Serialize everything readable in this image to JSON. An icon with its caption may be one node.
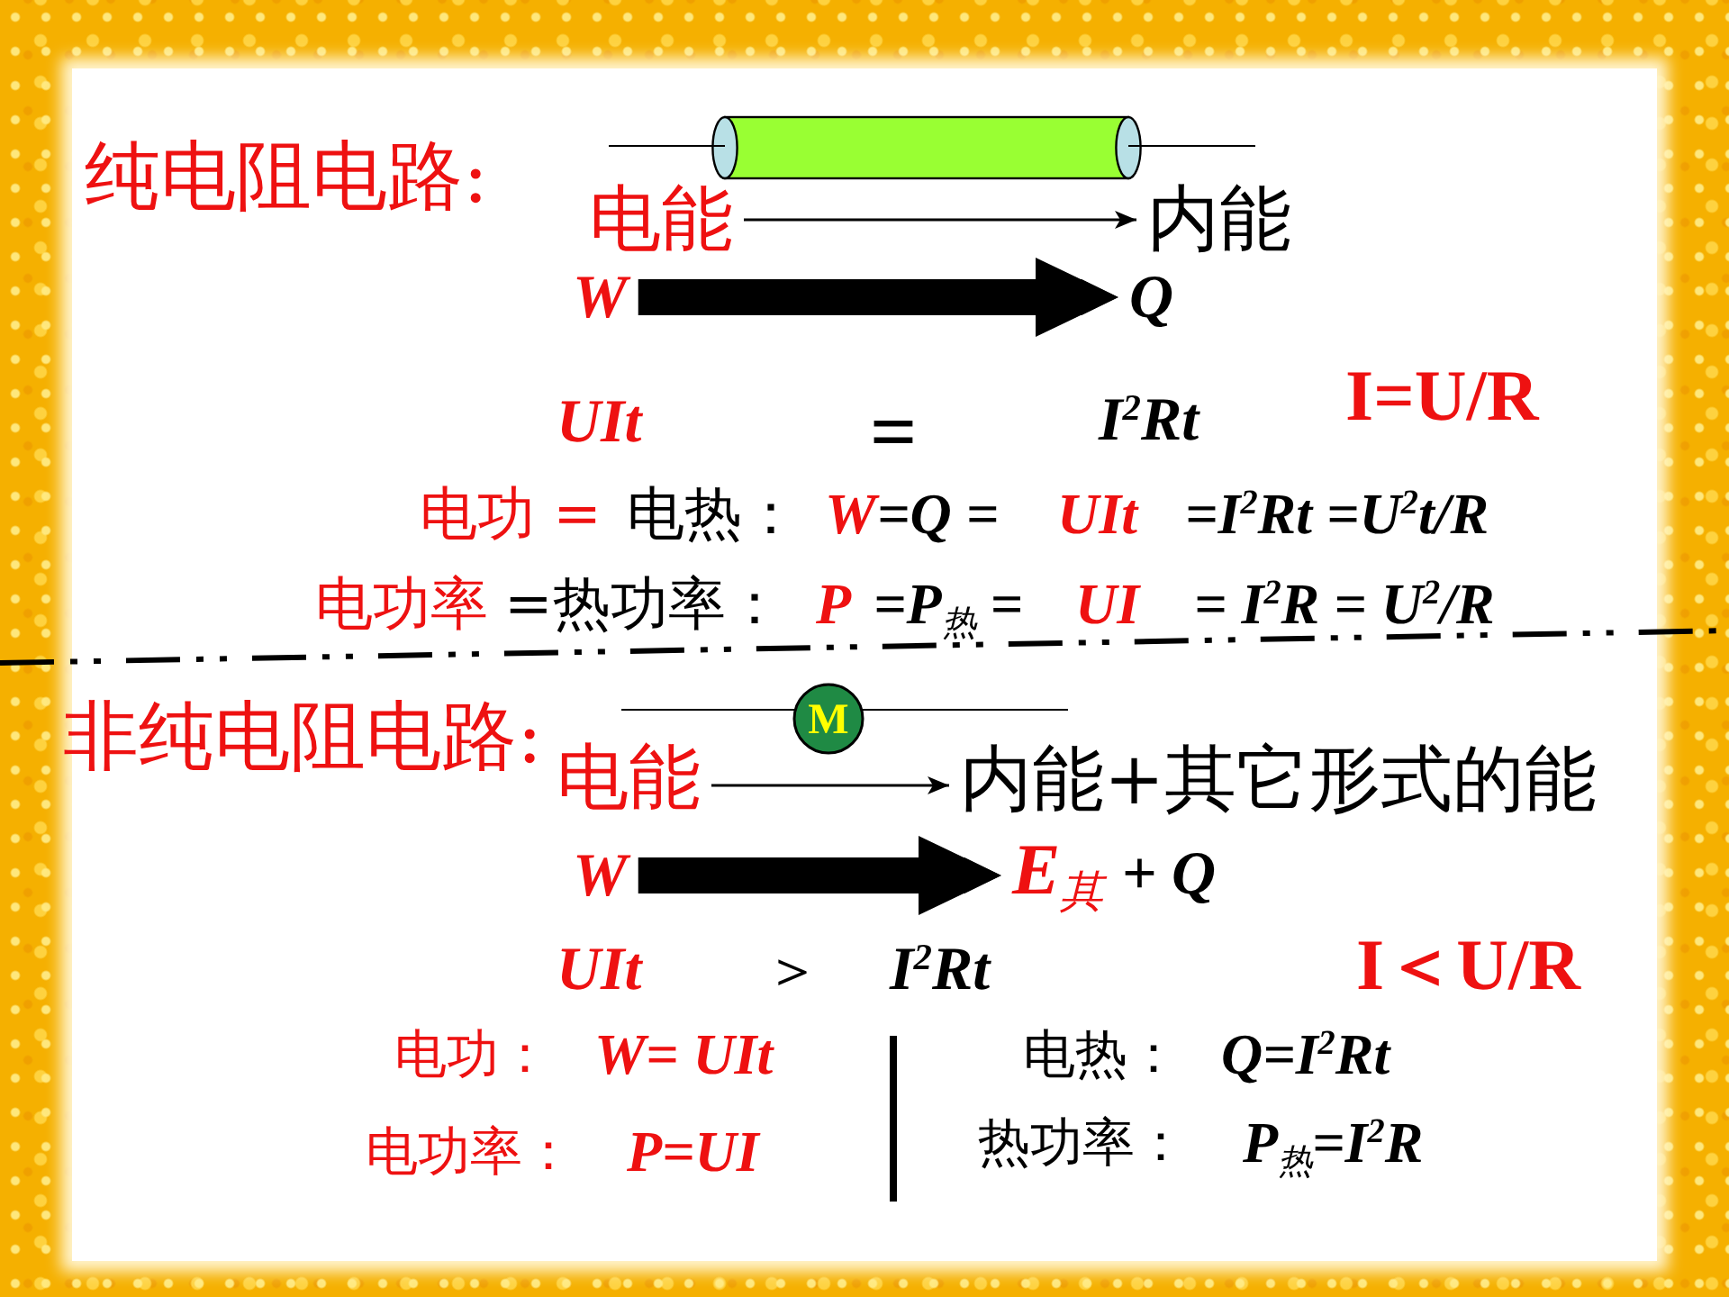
{
  "diagram": {
    "nodes": [
      {
        "text": [],
        "shape": "cylinder"
      },
      {
        "text": [
          "电能"
        ]
      },
      {
        "text": [
          "内能"
        ]
      },
      {
        "text": [
          "W"
        ]
      },
      {
        "text": [
          "Q"
        ]
      },
      {
        "text": [
          "M"
        ]
      },
      {
        "text": [
          "电能"
        ]
      },
      {
        "text": [
          "内能+其它形式的能"
        ]
      },
      {
        "text": [
          "W"
        ]
      },
      {
        "text": [
          "E$_{其}$",
          "+ Q"
        ]
      }
    ],
    "edges": [
      {
        "from": 1,
        "to": 2,
        "arrow": "to"
      },
      {
        "from": 3,
        "to": 4,
        "arrow": "to",
        "style": "thick"
      },
      {
        "from": 6,
        "to": 7,
        "arrow": "to"
      },
      {
        "from": 8,
        "to": 9,
        "arrow": "to",
        "style": "thick"
      }
    ],
    "labels": [
      "纯电阻电路:",
      "UIt",
      "=",
      "I$^{2}$Rt",
      "I=U/R",
      "电功 =",
      "电热：",
      "W",
      "=Q =",
      "UIt",
      "=I$^{2}$Rt =U$^{2}$t/R",
      "电功率",
      "=热功率：",
      "P",
      "=P$_{热}$ =",
      "UI",
      "= I$^{2}$R = U$^{2}$/R",
      "非纯电阻电路:",
      "UIt",
      "＞",
      "I$^{2}$Rt",
      "I＜U/R",
      "电功：",
      "W= UIt",
      "电热：",
      "Q=I$^{2}$Rt",
      "电功率：",
      "P=UI",
      "热功率：",
      "P$_{热}$=I$^{2}$R"
    ]
  }
}
